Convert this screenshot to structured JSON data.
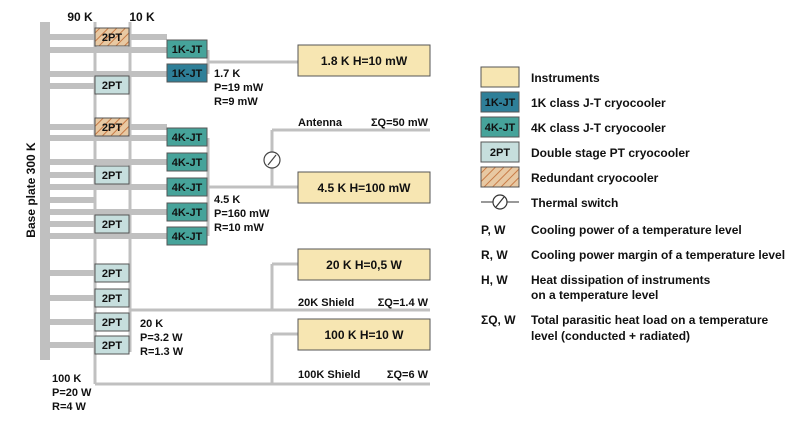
{
  "colors": {
    "line": "#c0c0c0",
    "instrument_fill": "#f7e6b2",
    "pt_fill": "#c6dedd",
    "jt1k_fill": "#2e7f98",
    "jt4k_fill": "#46a39a",
    "redundant_fill": "#e8c9a3",
    "redundant_hatch": "#c77a45",
    "box_border": "#555555"
  },
  "base_plate": {
    "label": "Base plate 300 K"
  },
  "stage_labels": {
    "k90": "90 K",
    "k10": "10 K"
  },
  "coolers": {
    "pt": "2PT",
    "jt1k": "1K-JT",
    "jt4k": "4K-JT"
  },
  "levels": {
    "l1_8K": {
      "box": "1.8 K   H=10 mW",
      "temp": "1.7 K",
      "p": "P=19 mW",
      "r": "R=9 mW"
    },
    "l4_5K": {
      "box": "4.5 K   H=100 mW",
      "temp": "4.5 K",
      "p": "P=160 mW",
      "r": "R=10 mW",
      "antenna": "Antenna",
      "sum_q": "ΣQ=50 mW"
    },
    "l20K": {
      "box": "20 K   H=0,5 W",
      "temp": "20 K",
      "p": "P=3.2 W",
      "r": "R=1.3 W",
      "shield": "20K Shield",
      "sum_q": "ΣQ=1.4 W"
    },
    "l100K": {
      "box": "100 K   H=10 W",
      "temp": "100 K",
      "p": "P=20 W",
      "r": "R=4 W",
      "shield": "100K Shield",
      "sum_q": "ΣQ=6 W"
    }
  },
  "legend": {
    "instruments": "Instruments",
    "jt1k": "1K class J-T cryocooler",
    "jt4k": "4K class J-T cryocooler",
    "pt": "Double stage PT cryocooler",
    "redundant": "Redundant cryocooler",
    "thermal_switch": "Thermal switch",
    "p_key": "P, W",
    "p_desc": "Cooling power of a temperature level",
    "r_key": "R, W",
    "r_desc": "Cooling power margin of a temperature level",
    "h_key": "H, W",
    "h_desc_1": "Heat dissipation of instruments",
    "h_desc_2": "on a temperature level",
    "q_key": "ΣQ, W",
    "q_desc_1": "Total parasitic heat load on a temperature",
    "q_desc_2": "level (conducted + radiated)"
  }
}
